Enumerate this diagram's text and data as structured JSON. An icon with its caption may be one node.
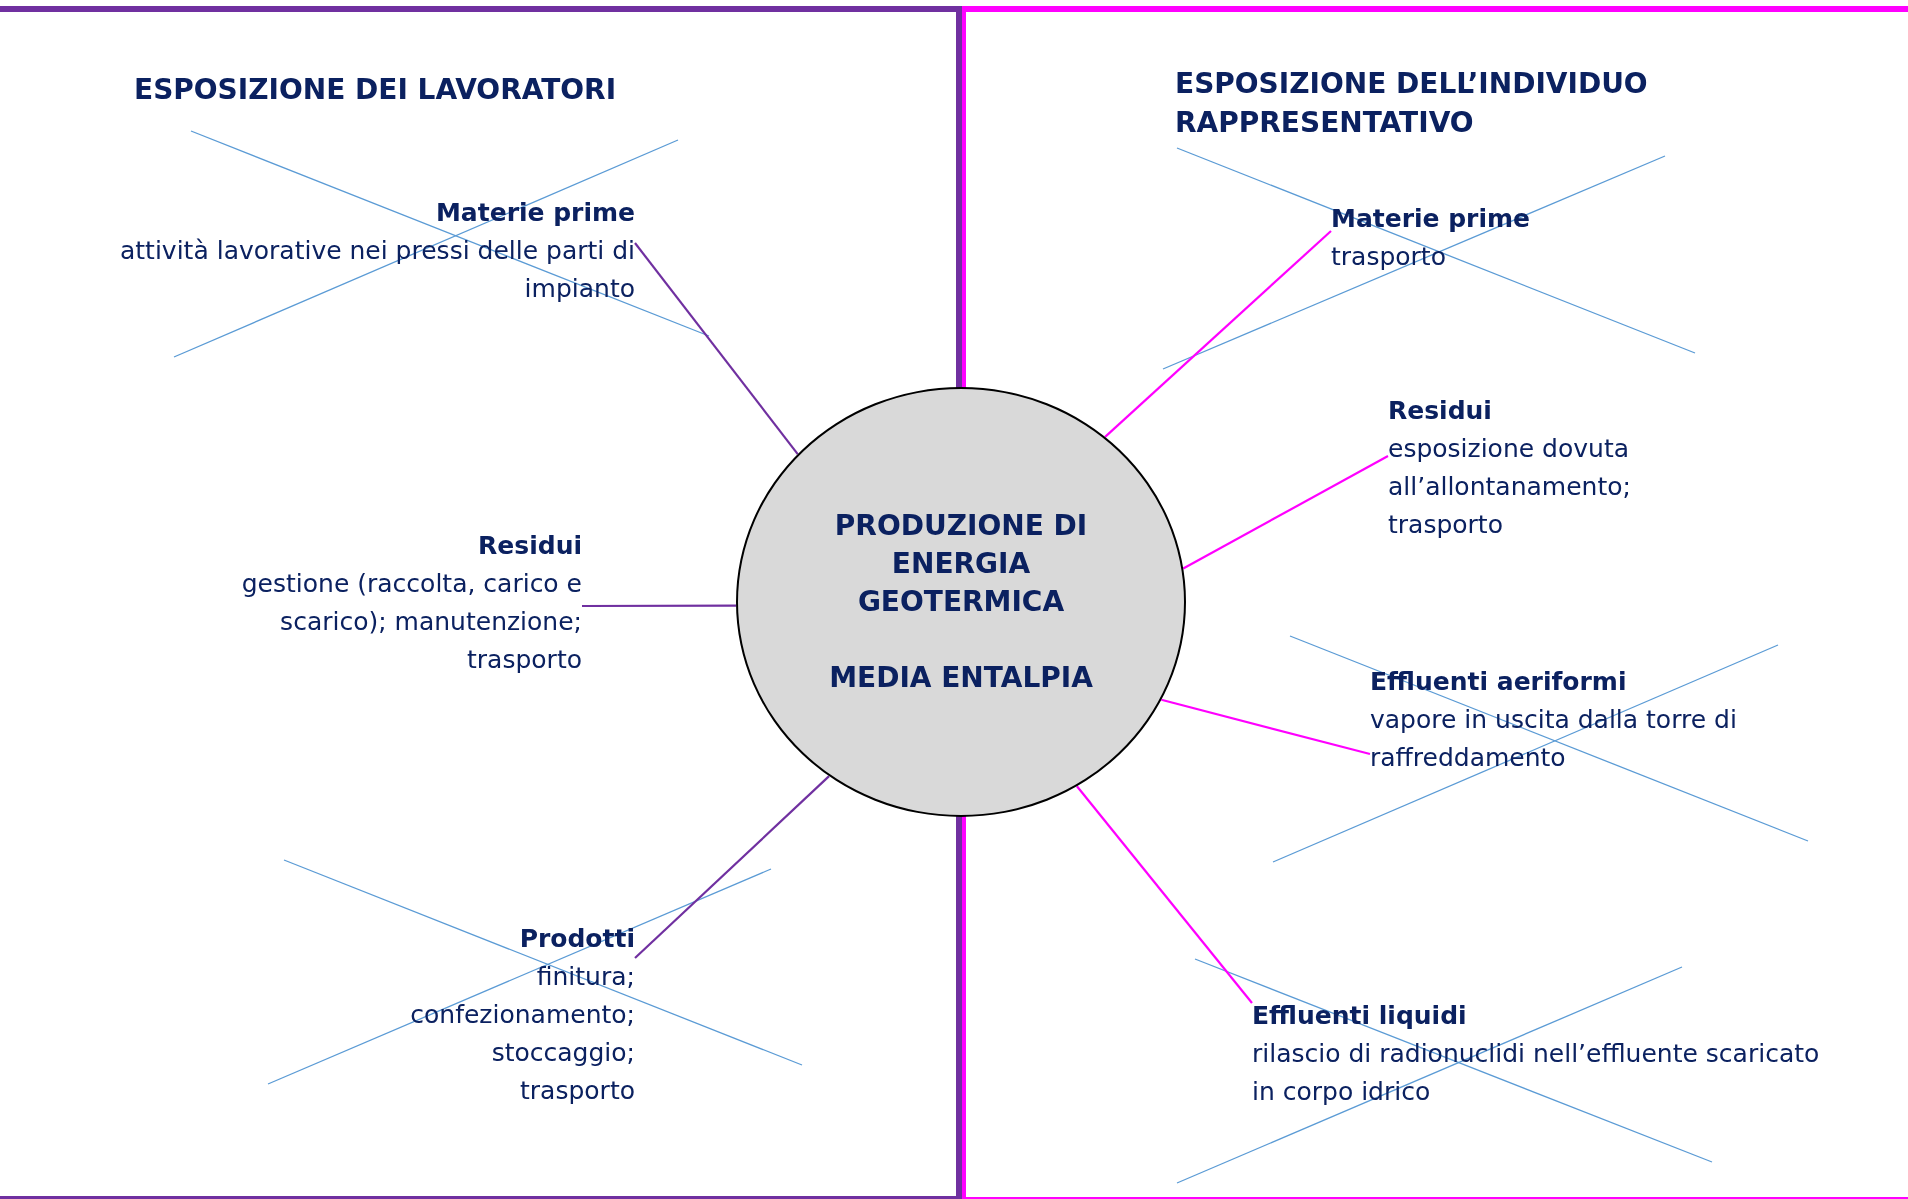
{
  "diagram": {
    "nodes": [
      {
        "text": [
          "ESPOSIZIONE DEI LAVORATORI"
        ]
      },
      {
        "text": [
          "ESPOSIZIONE DELL’INDIVIDUO RAPPRESENTATIVO"
        ]
      },
      {
        "text": [
          "PRODUZIONE DI ENERGIA GEOTERMICA",
          "MEDIA ENTALPIA"
        ]
      },
      {
        "text": [
          "Materie prime",
          "attività lavorative nei pressi delle parti di impianto"
        ],
        "in": 0
      },
      {
        "text": [
          "Residui",
          "gestione (raccolta, carico e scarico); manutenzione; trasporto"
        ],
        "in": 0
      },
      {
        "text": [
          "Prodotti",
          "finitura; confezionamento; stoccaggio; trasporto"
        ],
        "in": 0
      },
      {
        "text": [
          "Materie prime",
          "trasporto"
        ],
        "in": 1
      },
      {
        "text": [
          "Residui",
          "esposizione dovuta all’allontanamento; trasporto"
        ],
        "in": 1
      },
      {
        "text": [
          "Effluenti aeriformi",
          "vapore in uscita dalla torre di raffreddamento"
        ],
        "in": 1
      },
      {
        "text": [
          "Effluenti liquidi",
          "rilascio di radionuclidi nell’effluente scaricato in corpo idrico"
        ],
        "in": 1
      }
    ],
    "edges": [
      {
        "from": 2,
        "to": 3,
        "arrow": "none",
        "color": "#7030a0"
      },
      {
        "from": 2,
        "to": 4,
        "arrow": "none",
        "color": "#7030a0"
      },
      {
        "from": 2,
        "to": 5,
        "arrow": "none",
        "color": "#7030a0"
      },
      {
        "from": 2,
        "to": 6,
        "arrow": "none"
      },
      {
        "from": 2,
        "to": 7,
        "arrow": "none"
      },
      {
        "from": 2,
        "to": 8,
        "arrow": "none"
      },
      {
        "from": 2,
        "to": 9,
        "arrow": "none"
      }
    ]
  }
}
